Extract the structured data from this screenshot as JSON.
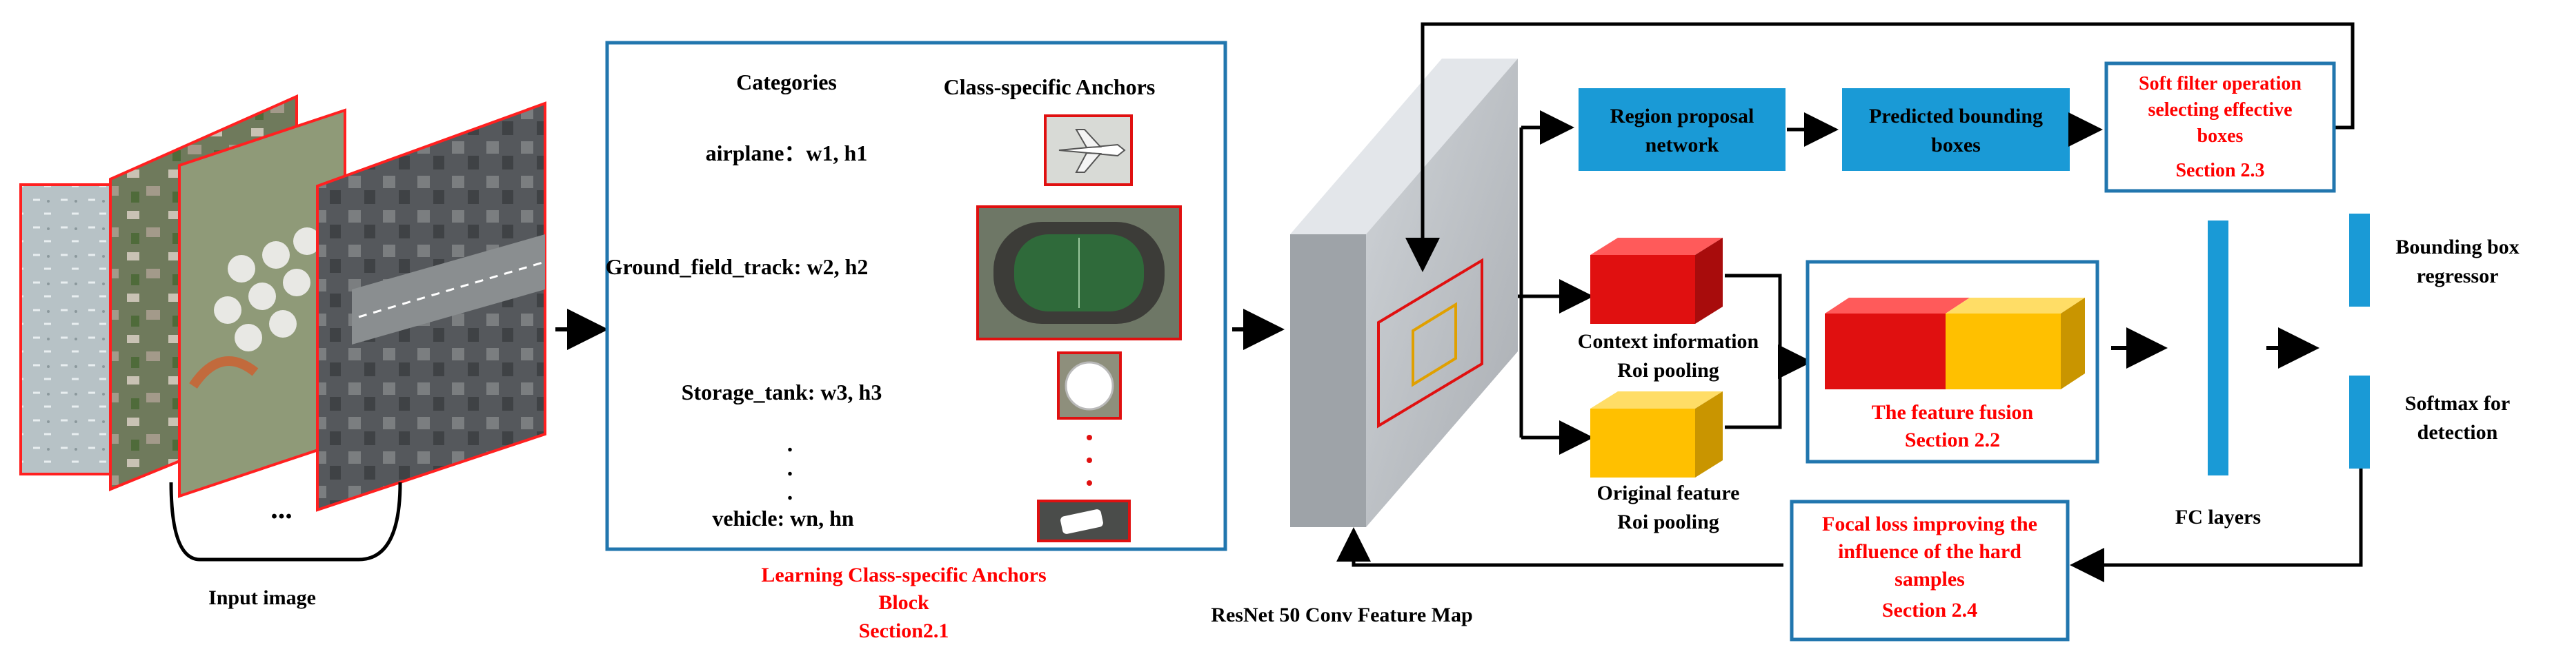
{
  "input_section": {
    "caption": "Input image",
    "ellipsis": "..."
  },
  "anchors_block": {
    "header_categories": "Categories",
    "header_anchors": "Class-specific Anchors",
    "rows": [
      {
        "label": "airplane：w1, h1"
      },
      {
        "label": "Ground_field_track:  w2, h2"
      },
      {
        "label": "Storage_tank:  w3, h3"
      },
      {
        "label": "vehicle:   wn, hn"
      }
    ],
    "vdot": ".",
    "caption_line1": "Learning Class-specific Anchors",
    "caption_line2": "Block",
    "caption_line3": "Section2.1"
  },
  "feature_map": {
    "caption": "ResNet 50 Conv Feature Map"
  },
  "rpn": {
    "rpn_line1": "Region proposal",
    "rpn_line2": "network",
    "pred_line1": "Predicted bounding",
    "pred_line2": "boxes",
    "soft_line1": "Soft filter operation",
    "soft_line2": "selecting effective",
    "soft_line3": "boxes",
    "soft_line4": "Section 2.3"
  },
  "roi": {
    "context_line1": "Context information",
    "context_line2": "Roi pooling",
    "original_line1": "Original feature",
    "original_line2": "Roi pooling"
  },
  "fusion": {
    "line1": "The feature fusion",
    "line2": "Section 2.2"
  },
  "fc": {
    "label": "FC layers"
  },
  "outputs": {
    "bbox_line1": "Bounding box",
    "bbox_line2": "regressor",
    "softmax_line1": "Softmax for",
    "softmax_line2": "detection"
  },
  "focal": {
    "line1": "Focal loss improving the",
    "line2": "influence of the  hard",
    "line3": "samples",
    "line4": "Section 2.4"
  },
  "colors": {
    "accent_blue": "#1a9ad6",
    "frame_blue": "#2176ae",
    "caption_red": "#ff0000",
    "cube_red": "#e01010",
    "cube_yellow": "#ffc000"
  }
}
